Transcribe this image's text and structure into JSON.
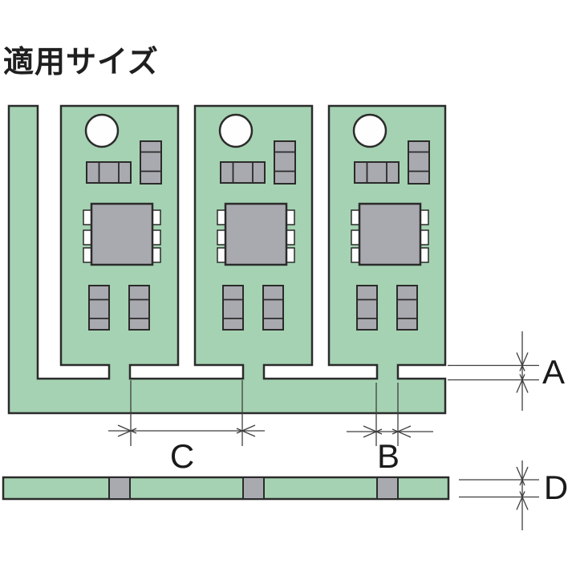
{
  "title": "適用サイズ",
  "panel": {
    "board_count": 3,
    "tab_count": 3,
    "holes_per_board": 1,
    "views": [
      "top",
      "side"
    ]
  },
  "dimension_labels": {
    "a": "A",
    "b": "B",
    "c": "C",
    "d": "D"
  },
  "colors": {
    "background": "#ffffff",
    "board_green": "#a5d2b2",
    "component_gray": "#a9a9b0",
    "hole_white": "#fefefe",
    "outline": "#2b2b2b",
    "dimension_line": "#3f3f3f",
    "letter_color": "#1a1a1a",
    "title_color": "#1f1f1f"
  }
}
